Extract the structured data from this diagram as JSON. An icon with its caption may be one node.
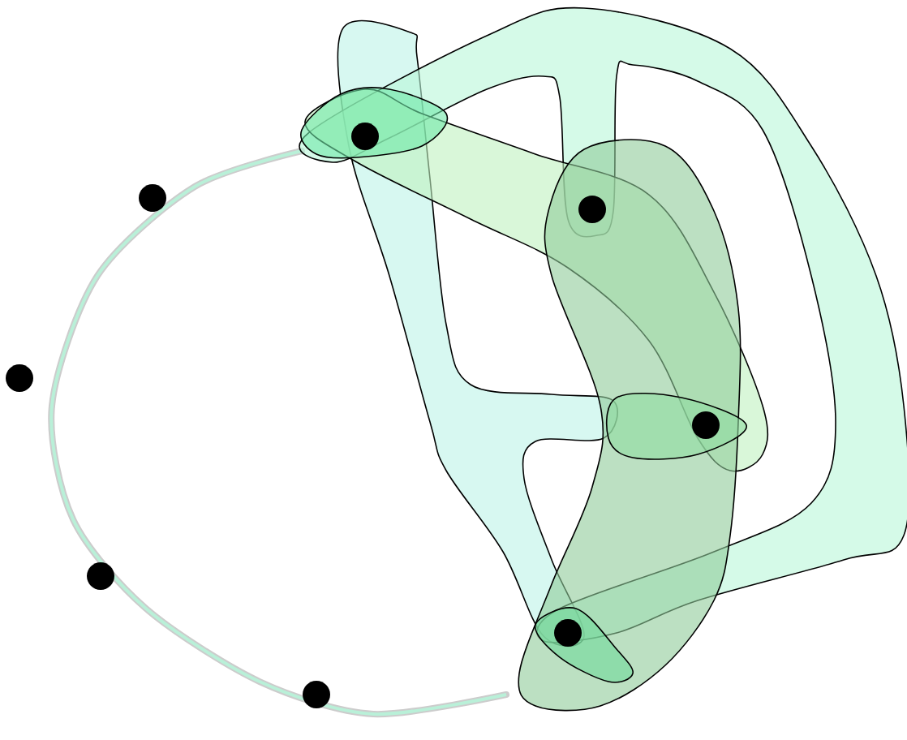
{
  "diagram": {
    "nodes": [
      {
        "text": [],
        "shape": "circle"
      },
      {
        "text": [],
        "shape": "circle"
      },
      {
        "text": [],
        "shape": "circle"
      },
      {
        "text": [],
        "shape": "circle"
      },
      {
        "text": [],
        "shape": "circle"
      },
      {
        "text": [],
        "shape": "circle"
      },
      {
        "text": [],
        "shape": "circle"
      },
      {
        "text": [],
        "shape": "circle"
      }
    ]
  }
}
